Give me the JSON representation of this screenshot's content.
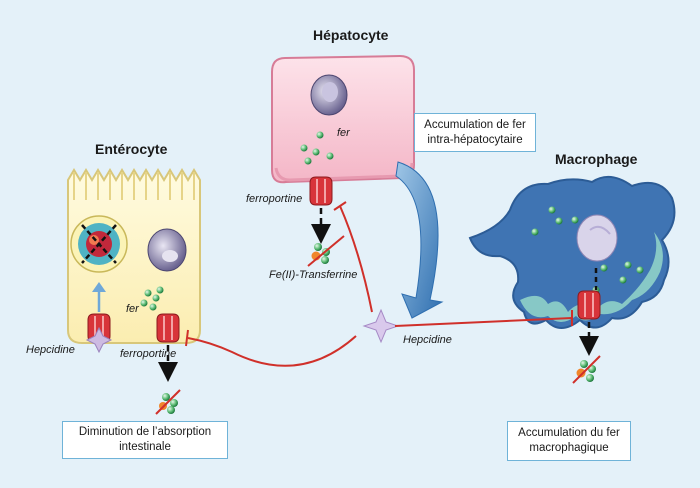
{
  "cells": {
    "enterocyte": {
      "title": "Entérocyte"
    },
    "hepatocyte": {
      "title": "Hépatocyte"
    },
    "macrophage": {
      "title": "Macrophage"
    }
  },
  "labels": {
    "fer_hepatocyte": "fer",
    "fer_enterocyte": "fer",
    "ferroportine_hepatocyte": "ferroportine",
    "ferroportine_enterocyte": "ferroportine",
    "transferrine": "Fe(II)-Transferrine",
    "hepcidine_center": "Hepcidine",
    "hepcidine_left": "Hepcidine"
  },
  "boxes": {
    "hepatocyte_accumulation": {
      "line1": "Accumulation de fer",
      "line2": "intra-hépatocytaire"
    },
    "intestinal_absorption": {
      "line1": "Diminution de l’absorption",
      "line2": "intestinale"
    },
    "macrophage_accumulation": {
      "line1": "Accumulation du fer",
      "line2": "macrophagique"
    }
  },
  "colors": {
    "background": "#e4f1f9",
    "inhibition": "#d0302a",
    "arrow_blue": "#3d7fc0",
    "box_border": "#6fb3d8",
    "ferroportin": "#d8343a",
    "iron_green": "#2f9a55"
  }
}
